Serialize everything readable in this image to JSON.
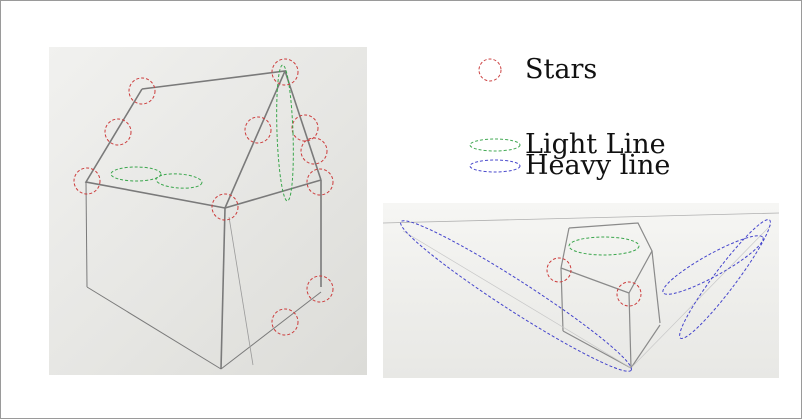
{
  "legend": {
    "items": [
      {
        "label": "Stars",
        "marker": "circle",
        "color": "#cc4444"
      },
      {
        "label": "Light Line",
        "marker": "ellipse",
        "color": "#44aa55"
      },
      {
        "label": "Heavy line",
        "marker": "ellipse",
        "color": "#4a4acc"
      }
    ]
  },
  "colors": {
    "stars": "#cc3b3b",
    "light_line": "#3aa64c",
    "heavy_line": "#4444cc",
    "pencil": "#7a7a7a"
  }
}
